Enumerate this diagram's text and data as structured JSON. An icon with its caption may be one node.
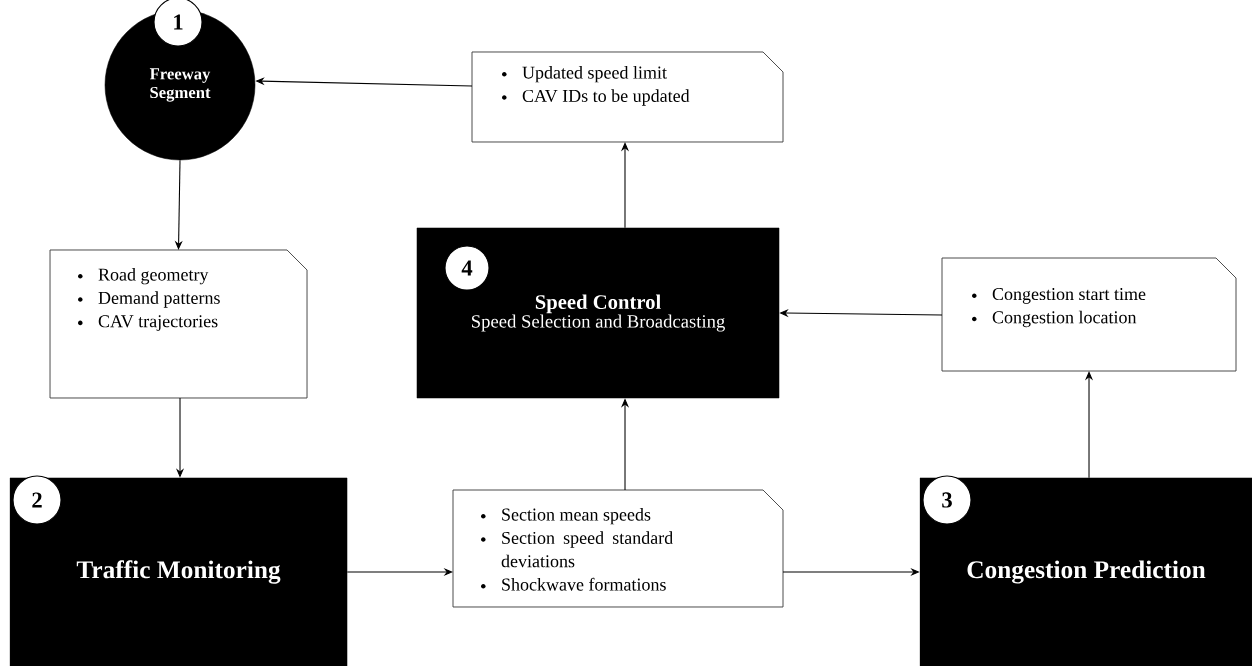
{
  "diagram": {
    "nodes": [
      {
        "text": [
          "Freeway Segment"
        ]
      },
      {
        "text": [
          "1"
        ],
        "in": 0
      },
      {
        "text": [
          "Updated speed limit",
          "CAV IDs to be updated"
        ]
      },
      {
        "text": [
          "Road geometry",
          "Demand patterns",
          "CAV trajectories"
        ]
      },
      {
        "text": [
          "Speed Control",
          "Speed Selection and Broadcasting"
        ]
      },
      {
        "text": [
          "4"
        ],
        "in": 4
      },
      {
        "text": [
          "Congestion start time",
          "Congestion location"
        ]
      },
      {
        "text": [
          "Traffic Monitoring"
        ]
      },
      {
        "text": [
          "2"
        ],
        "in": 7
      },
      {
        "text": [
          "Section mean speeds",
          "Section speed standard deviations",
          "Shockwave formations"
        ]
      },
      {
        "text": [
          "Congestion Prediction"
        ]
      },
      {
        "text": [
          "3"
        ],
        "in": 10
      }
    ],
    "edges": [
      {
        "from": 0,
        "to": 3,
        "arrow": "to"
      },
      {
        "from": 3,
        "to": 7,
        "arrow": "to"
      },
      {
        "from": 7,
        "to": 9,
        "arrow": "to"
      },
      {
        "from": 9,
        "to": 10,
        "arrow": "to"
      },
      {
        "from": 10,
        "to": 6,
        "arrow": "to"
      },
      {
        "from": 6,
        "to": 4,
        "arrow": "to"
      },
      {
        "from": 9,
        "to": 4,
        "arrow": "to"
      },
      {
        "from": 4,
        "to": 2,
        "arrow": "to"
      },
      {
        "from": 2,
        "to": 0,
        "arrow": "to"
      }
    ]
  }
}
